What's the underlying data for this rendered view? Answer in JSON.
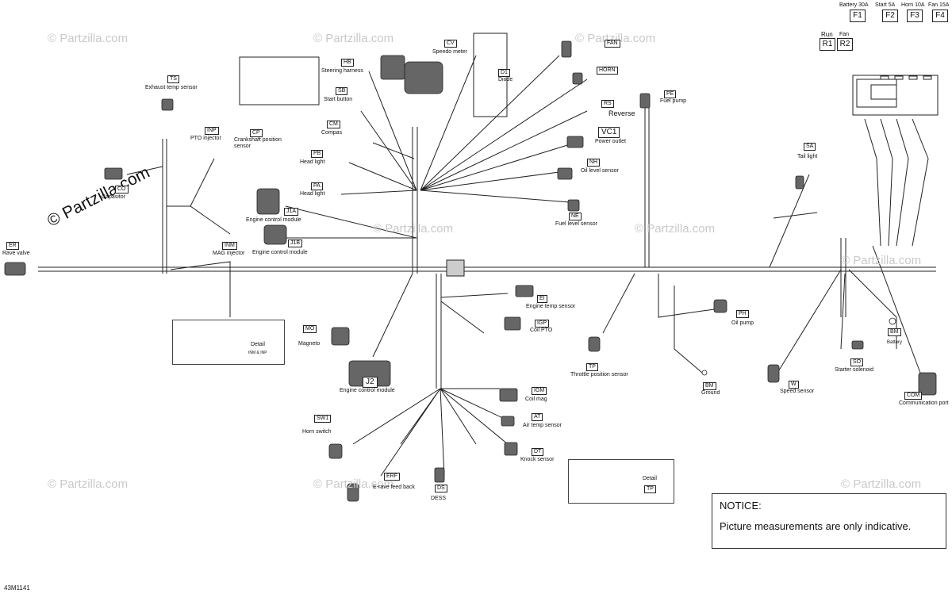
{
  "brand": "© Partzilla.com",
  "watermark": "© Partzilla.com",
  "figure_code": "43M1141",
  "notice": {
    "title": "NOTICE:",
    "body": "Picture measurements are only indicative."
  },
  "fuses": [
    {
      "code": "F1",
      "label": "Battery 30A"
    },
    {
      "code": "F2",
      "label": "Start 5A"
    },
    {
      "code": "F3",
      "label": "Horn 10A"
    },
    {
      "code": "F4",
      "label": "Fan 15A"
    }
  ],
  "relays": [
    {
      "code": "R1",
      "label": "Run"
    },
    {
      "code": "R2",
      "label": "Fan"
    }
  ],
  "components": [
    {
      "code": "ER",
      "label": "Rave valve"
    },
    {
      "code": "TS",
      "label": "Exhaust temp sensor"
    },
    {
      "code": "CO",
      "label": "Capasitor"
    },
    {
      "code": "INP",
      "label": "PTO injector"
    },
    {
      "code": "INM",
      "label": "MAG injector"
    },
    {
      "code": "CP",
      "label": "Crankshaft position sensor"
    },
    {
      "code": "HB",
      "label": "Steering harness"
    },
    {
      "code": "SB",
      "label": "Start button"
    },
    {
      "code": "CM",
      "label": "Compas"
    },
    {
      "code": "PB",
      "label": "Head light"
    },
    {
      "code": "PA",
      "label": "Head light"
    },
    {
      "code": "J1A",
      "label": "Engine control module"
    },
    {
      "code": "J1B",
      "label": "Engine control module"
    },
    {
      "code": "CV",
      "label": "Speedo meter"
    },
    {
      "code": "D1",
      "label": "Diode"
    },
    {
      "code": "FAN",
      "label": ""
    },
    {
      "code": "HORN",
      "label": ""
    },
    {
      "code": "RS",
      "label": "Reverse"
    },
    {
      "code": "VC1",
      "label": "Power outlet"
    },
    {
      "code": "NH",
      "label": "Oil level sensor"
    },
    {
      "code": "NE",
      "label": "Fuel level sensor"
    },
    {
      "code": "PE",
      "label": "Fuel pump"
    },
    {
      "code": "SA",
      "label": "Tail light"
    },
    {
      "code": "MO",
      "label": "Magneto"
    },
    {
      "code": "J2",
      "label": "Engine control module"
    },
    {
      "code": "EI",
      "label": "Engine temp sensor"
    },
    {
      "code": "IGP",
      "label": "Coil PTO"
    },
    {
      "code": "IGM",
      "label": "Coil mag"
    },
    {
      "code": "AT",
      "label": "Air temp sensor"
    },
    {
      "code": "DT",
      "label": "Knock sensor"
    },
    {
      "code": "SW1",
      "label": "Horn switch"
    },
    {
      "code": "ERF",
      "label": "E-rave feed back"
    },
    {
      "code": "DS",
      "label": "DESS"
    },
    {
      "code": "TP",
      "label": "Throttle position sensor"
    },
    {
      "code": "PH",
      "label": "Oil pump"
    },
    {
      "code": "BM",
      "label": "Ground"
    },
    {
      "code": "BM",
      "label": "Battery"
    },
    {
      "code": "SO",
      "label": "Starter solenoid"
    },
    {
      "code": "W",
      "label": "Speed sensor"
    },
    {
      "code": "COM",
      "label": "Communication port"
    }
  ],
  "details": [
    {
      "label": "Detail",
      "code": "INM & INP"
    },
    {
      "label": "Detail",
      "code": "TP"
    }
  ]
}
